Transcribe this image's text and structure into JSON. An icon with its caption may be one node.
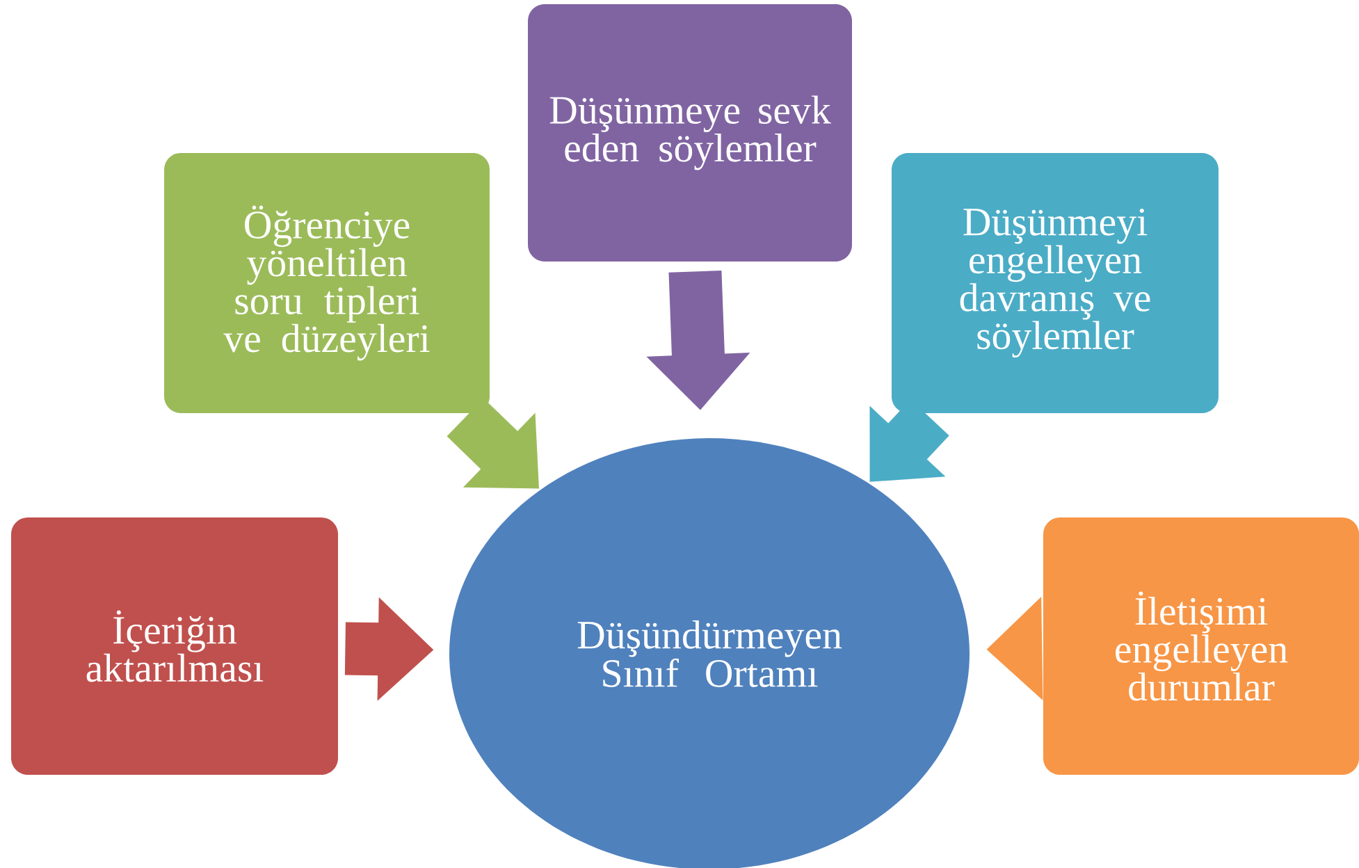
{
  "diagram": {
    "nodes": [
      {
        "text": [
          "Düşünmeye sevk eden söylemler"
        ]
      },
      {
        "text": [
          "Öğrenciye yöneltilen soru tipleri ve düzeyleri"
        ]
      },
      {
        "text": [
          "Düşünmeyi engelleyen davranış ve söylemler"
        ]
      },
      {
        "text": [
          "İçeriğin aktarılması"
        ]
      },
      {
        "text": [
          "Düşündürmeyen Sınıf Ortamı"
        ]
      },
      {
        "text": [
          "İletişimi engelleyen durumlar"
        ]
      }
    ],
    "edges": [
      {
        "from": 0,
        "to": 4,
        "arrow": "to",
        "color": "#8064a2"
      },
      {
        "from": 1,
        "to": 4,
        "arrow": "to",
        "color": "#9bbb59"
      },
      {
        "from": 2,
        "to": 4,
        "arrow": "to",
        "color": "#4bacc6"
      },
      {
        "from": 3,
        "to": 4,
        "arrow": "to",
        "color": "#c0504d"
      },
      {
        "from": 5,
        "to": 4,
        "arrow": "to",
        "color": "#f79646"
      }
    ]
  }
}
